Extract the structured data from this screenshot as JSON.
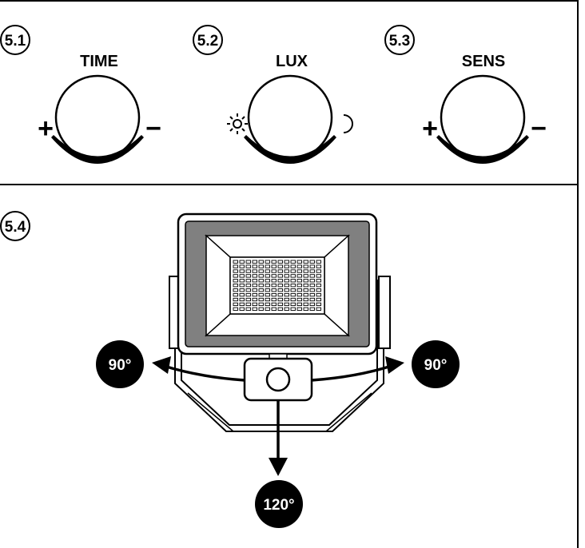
{
  "section_1": {
    "badge": "5.1",
    "label": "TIME",
    "plus": "+",
    "minus": "−"
  },
  "section_2": {
    "badge": "5.2",
    "label": "LUX"
  },
  "section_3": {
    "badge": "5.3",
    "label": "SENS",
    "plus": "+",
    "minus": "−"
  },
  "section_4": {
    "badge": "5.4",
    "angle_left": "90°",
    "angle_right": "90°",
    "angle_down": "120°"
  },
  "icons": {
    "bright": "sun-icon",
    "dark": "moon-icon"
  }
}
